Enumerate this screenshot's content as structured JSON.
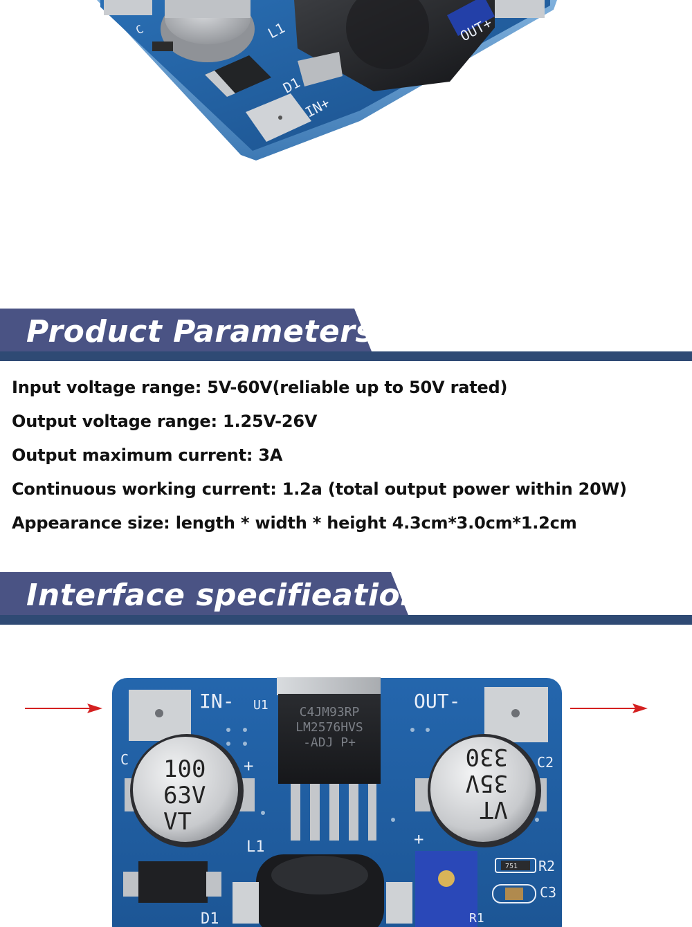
{
  "top_board": {
    "silkscreen": {
      "c": "C",
      "l1": "L1",
      "out_plus": "OUT+",
      "d1": "D1",
      "in_plus": "IN+"
    }
  },
  "sections": {
    "product_parameters": {
      "title": "Product Parameters",
      "items": [
        "Input voltage range: 5V-60V(reliable up to 50V rated)",
        "Output voltage range: 1.25V-26V",
        "Output maximum current: 3A",
        "Continuous working current: 1.2a (total output power within 20W)",
        "Appearance size: length * width * height 4.3cm*3.0cm*1.2cm"
      ]
    },
    "interface_specification": {
      "title": "Interface specifieation"
    }
  },
  "bottom_board": {
    "silkscreen": {
      "in_minus": "IN-",
      "u1": "U1",
      "out_minus": "OUT-",
      "c": "C",
      "c2": "C2",
      "plus_left": "+",
      "plus_right": "+",
      "l1": "L1",
      "r2": "R2",
      "c3": "C3",
      "r1": "R1",
      "d1": "D1"
    },
    "chip_marking": {
      "line1": "C4JM93RP",
      "line2": "LM2576HVS",
      "line3": "-ADJ P+"
    },
    "cap_left": {
      "line1": "100",
      "line2": "63V",
      "line3": "VT"
    },
    "cap_right": {
      "line1": "VT",
      "line2": "35V",
      "line3": "330"
    },
    "resistor_code": "751"
  },
  "colors": {
    "banner": "#4a5384",
    "banner_line": "#2f4a74",
    "pcb": "#1f5e9f",
    "arrow": "#d42020"
  }
}
